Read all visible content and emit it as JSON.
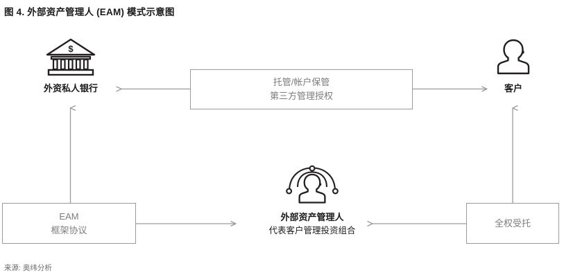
{
  "figure": {
    "title": "图 4. 外部资产管理人 (EAM) 模式示意图",
    "source": "来源: 奥纬分析"
  },
  "colors": {
    "text_dark": "#1a1a1a",
    "text_gray": "#7d7d7d",
    "line_gray": "#9a9a9a",
    "icon_stroke": "#231f20",
    "background": "#ffffff"
  },
  "nodes": {
    "foreign_bank": {
      "icon": "bank-icon",
      "label": "外资私人银行"
    },
    "client": {
      "icon": "person-icon",
      "label": "客户"
    },
    "eam_manager": {
      "icon": "network-person-icon",
      "label": "外部资产管理人",
      "sublabel": "代表客户管理投资组合"
    }
  },
  "boxes": {
    "custody": {
      "line1": "托管/帐户保管",
      "line2": "第三方管理授权"
    },
    "eam_agreement": {
      "line1": "EAM",
      "line2": "框架协议"
    },
    "mandate": {
      "line1": "全权受托"
    }
  },
  "connectors": [
    {
      "name": "custody-to-bank",
      "direction": "left"
    },
    {
      "name": "custody-to-client",
      "direction": "right"
    },
    {
      "name": "eam-agreement-to-bank",
      "direction": "up"
    },
    {
      "name": "eam-agreement-to-manager",
      "direction": "right"
    },
    {
      "name": "mandate-to-manager",
      "direction": "left"
    },
    {
      "name": "mandate-to-client",
      "direction": "up"
    }
  ]
}
